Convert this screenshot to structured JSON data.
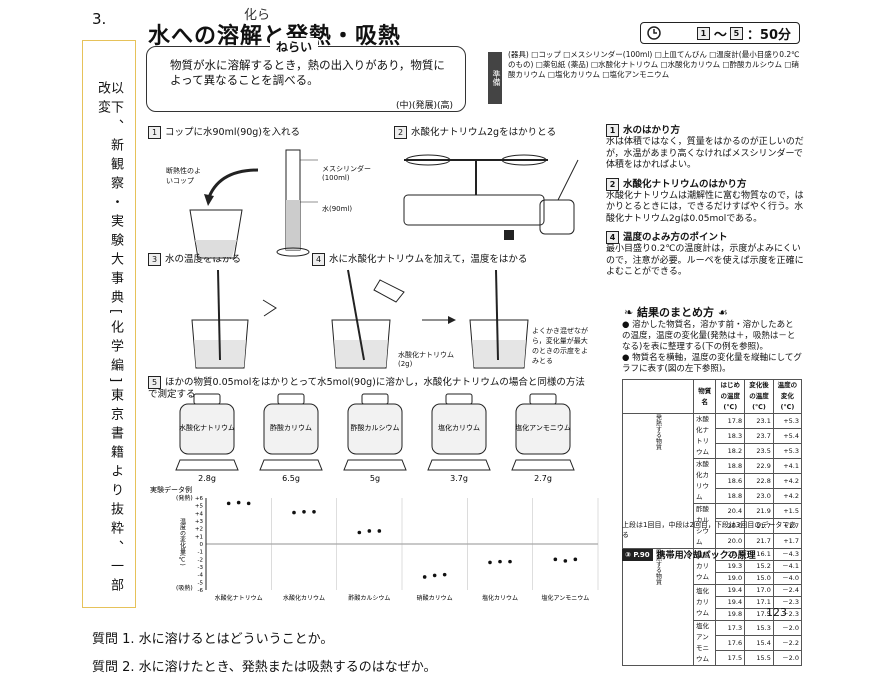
{
  "question_number": "3.",
  "source_note": "以下、新観察・実験大事典[化学編]東京書籍より抜粋、一部改変",
  "handwritten_note": "化ら",
  "title": "水への溶解と発熱・吸熱",
  "time": {
    "range_start": "1",
    "range_end": "5",
    "duration": "50分"
  },
  "aim": {
    "label": "ねらい",
    "text": "物質が水に溶解するとき，熱の出入りがあり，物質によって異なることを調べる。",
    "tag": "(中)(発展)(高)"
  },
  "prep": {
    "label": "準備",
    "text": "(器具) □コップ □メスシリンダー(100ml) □上皿てんびん □温度計(最小目盛り0.2℃のもの) □薬包紙 (薬品) □水酸化ナトリウム □水酸化カリウム □酢酸カルシウム □硝酸カリウム □塩化カリウム □塩化アンモニウム"
  },
  "steps": [
    {
      "num": "1",
      "text": "コップに水90ml(90g)を入れる"
    },
    {
      "num": "2",
      "text": "水酸化ナトリウム2gをはかりとる"
    },
    {
      "num": "3",
      "text": "水の温度をはかる"
    },
    {
      "num": "4",
      "text": "水に水酸化ナトリウムを加えて，温度をはかる"
    },
    {
      "num": "5",
      "text": "ほかの物質0.05molをはかりとって水5mol(90g)に溶かし，水酸化ナトリウムの場合と同様の方法で測定する"
    }
  ],
  "fig_labels": {
    "cup": "断熱性のよいコップ",
    "cylinder": "メスシリンダー(100ml)",
    "water": "水(90ml)",
    "naoh": "水酸化ナトリウム(2g)",
    "stir": "よくかき混ぜながら，変化量が最大のときの示度をよみとる"
  },
  "bottles": [
    {
      "label": "水酸化ナトリウム",
      "mass": "2.8g"
    },
    {
      "label": "酢酸カリウム",
      "mass": "6.5g"
    },
    {
      "label": "酢酸カルシウム",
      "mass": "5g"
    },
    {
      "label": "塩化カリウム",
      "mass": "3.7g"
    },
    {
      "label": "塩化アンモニウム",
      "mass": "2.7g"
    }
  ],
  "tips": [
    {
      "num": "1",
      "head": "水のはかり方",
      "text": "水は体積ではなく，質量をはかるのが正しいのだが，水温があまり高くなければメスシリンダーで体積をはかればよい。"
    },
    {
      "num": "2",
      "head": "水酸化ナトリウムのはかり方",
      "text": "水酸化ナトリウムは潮解性に富む物質なので，はかりとるときには，できるだけすばやく行う。水酸化ナトリウム2gは0.05molである。"
    },
    {
      "num": "4",
      "head": "温度のよみ方のポイント",
      "text": "最小目盛り0.2℃の温度計は，示度がよみにくいので，注意が必要。ルーペを使えば示度を正確によむことができる。"
    }
  ],
  "results": {
    "heading": "結果のまとめ方",
    "bullets": [
      "溶かした物質名，溶かす前・溶かしたあとの温度，温度の変化量(発熱は＋，吸熱は－となる)を表に整理する(下の例を参照)。",
      "物質名を横軸，温度の変化量を縦軸にしてグラフに表す(図の左下参照)。"
    ],
    "table_headers": [
      "物質名",
      "はじめの温度(℃)",
      "変化後の温度(℃)",
      "温度の変化(℃)"
    ],
    "group_exo": "発熱する物質",
    "group_endo": "吸熱する物質",
    "rows": [
      {
        "name": "水酸化ナトリウム",
        "vals": [
          [
            "17.8",
            "23.1",
            "+5.3"
          ],
          [
            "18.3",
            "23.7",
            "+5.4"
          ],
          [
            "18.2",
            "23.5",
            "+5.3"
          ]
        ]
      },
      {
        "name": "水酸化カリウム",
        "vals": [
          [
            "18.8",
            "22.9",
            "+4.1"
          ],
          [
            "18.6",
            "22.8",
            "+4.2"
          ],
          [
            "18.8",
            "23.0",
            "+4.2"
          ]
        ]
      },
      {
        "name": "酢酸カルシウム",
        "vals": [
          [
            "20.4",
            "21.9",
            "+1.5"
          ],
          [
            "20.0",
            "21.7",
            "+1.7"
          ],
          [
            "20.0",
            "21.7",
            "+1.7"
          ]
        ]
      },
      {
        "name": "硝酸カリウム",
        "vals": [
          [
            "20.4",
            "16.1",
            "－4.3"
          ],
          [
            "19.3",
            "15.2",
            "－4.1"
          ],
          [
            "19.0",
            "15.0",
            "－4.0"
          ]
        ]
      },
      {
        "name": "塩化カリウム",
        "vals": [
          [
            "19.4",
            "17.0",
            "－2.4"
          ],
          [
            "19.4",
            "17.1",
            "－2.3"
          ],
          [
            "19.8",
            "17.5",
            "－2.3"
          ]
        ]
      },
      {
        "name": "塩化アンモニウム",
        "vals": [
          [
            "17.3",
            "15.3",
            "－2.0"
          ],
          [
            "17.6",
            "15.4",
            "－2.2"
          ],
          [
            "17.5",
            "15.5",
            "－2.0"
          ]
        ]
      }
    ],
    "table_note": "上段は1回目，中段は2回目，下段は3回目のデータである"
  },
  "reference": {
    "badge": "P.90",
    "num": "③",
    "text": "携帯用冷却パックの原理"
  },
  "page_number": "123",
  "questions": [
    "質問 1.  水に溶けるとはどういうことか。",
    "質問 2.  水に溶けたとき、発熱または吸熱するのはなぜか。"
  ],
  "chart_data": {
    "type": "scatter",
    "title": "実験データ例",
    "ylabel": "温度の変化量(℃)",
    "ylabel_top": "(発熱)",
    "ylabel_bottom": "(吸熱)",
    "ylim": [
      -6,
      6
    ],
    "yticks": [
      "+6",
      "+5",
      "+4",
      "+3",
      "+2",
      "+1",
      "0",
      "-1",
      "-2",
      "-3",
      "-4",
      "-5",
      "-6"
    ],
    "categories": [
      "水酸化ナトリウム",
      "水酸化カリウム",
      "酢酸カルシウム",
      "硝酸カリウム",
      "塩化カリウム",
      "塩化アンモニウム"
    ],
    "series": [
      {
        "values": [
          5.3,
          4.1,
          1.5,
          -4.3,
          -2.4,
          -2.0
        ]
      },
      {
        "values": [
          5.4,
          4.2,
          1.7,
          -4.1,
          -2.3,
          -2.2
        ]
      },
      {
        "values": [
          5.3,
          4.2,
          1.7,
          -4.0,
          -2.3,
          -2.0
        ]
      }
    ]
  }
}
